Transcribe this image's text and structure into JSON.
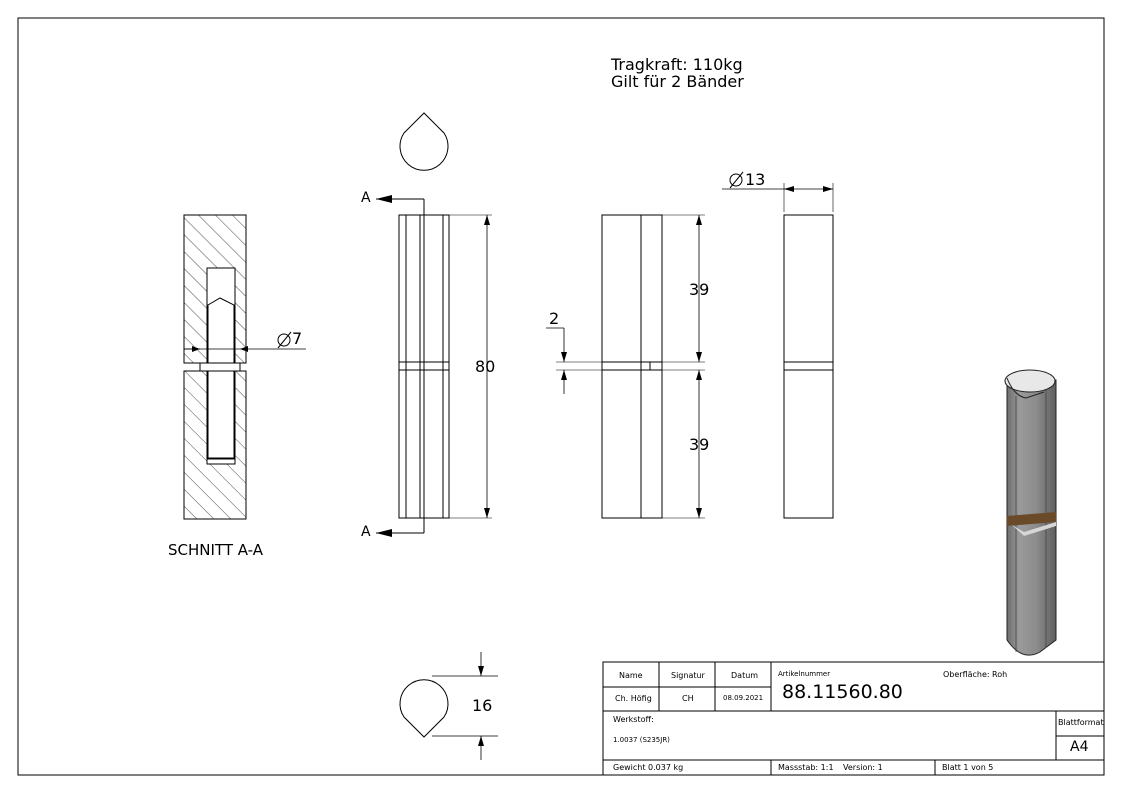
{
  "notes": {
    "load_capacity": "Tragkraft: 110kg",
    "applies_to": "Gilt für 2 Bänder"
  },
  "section": {
    "title": "SCHNITT A-A",
    "marker": "A"
  },
  "dimensions": {
    "pin_diameter": "7",
    "outer_diameter": "13",
    "length": "80",
    "half_length": "39",
    "gap": "2",
    "width": "16"
  },
  "title_block": {
    "name_label": "Name",
    "signatur_label": "Signatur",
    "datum_label": "Datum",
    "name": "Ch. Höfig",
    "signatur": "CH",
    "datum": "08.09.2021",
    "artikel_label": "Artikelnummer",
    "artikel_value": "88.11560.80",
    "oberflaeche_label": "Oberfläche:",
    "oberflaeche_value": "Roh",
    "werkstoff_label": "Werkstoff:",
    "werkstoff_value": "1.0037 (S235JR)",
    "blattformat_label": "Blattformat",
    "blattformat_value": "A4",
    "gewicht": "Gewicht 0.037 kg",
    "massstab": "Massstab: 1:1",
    "version": "Version: 1",
    "blatt": "Blatt 1 von 5"
  },
  "colors": {
    "line": "#000000",
    "hinge_shade": "#8a8a8a",
    "hinge_highlight": "#d6d6d6",
    "hinge_band": "#6b4a2a"
  }
}
